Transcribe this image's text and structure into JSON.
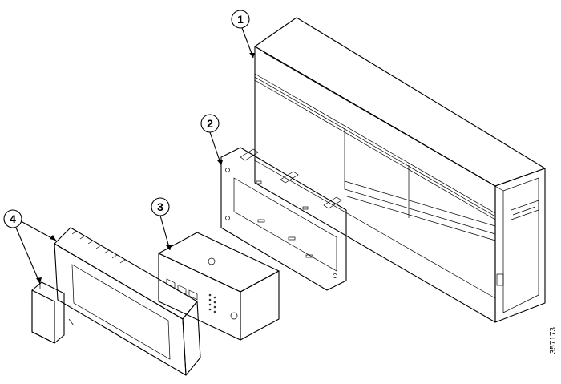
{
  "callouts": [
    {
      "number": "1"
    },
    {
      "number": "2"
    },
    {
      "number": "3"
    },
    {
      "number": "4"
    }
  ],
  "figure_id": "357173",
  "colors": {
    "line": "#000000",
    "face_light": "#f4f4f4",
    "face_mid": "#e3e3e3",
    "face_dark": "#cfcfcf",
    "background": "#ffffff"
  }
}
